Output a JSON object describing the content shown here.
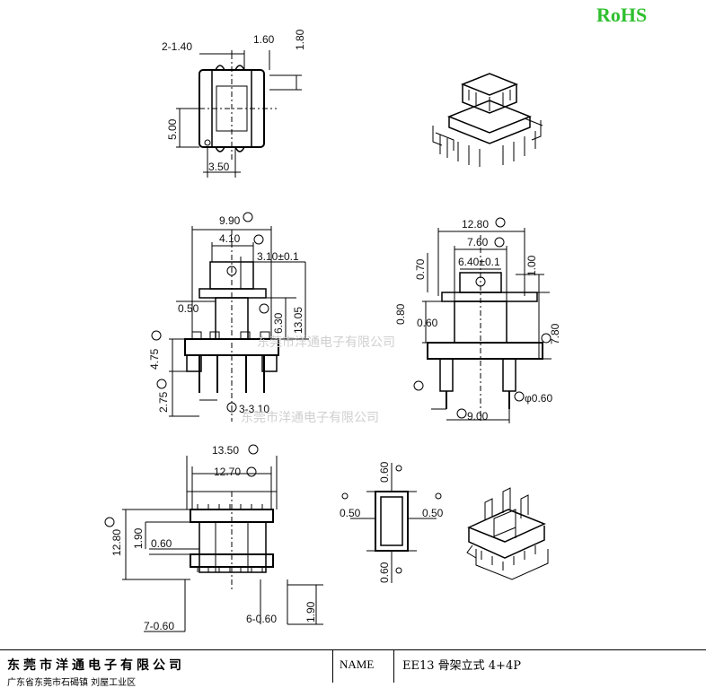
{
  "header": {
    "rohs": "RoHS"
  },
  "dims": {
    "top_pitch": "2-1.40",
    "top_w": "1.60",
    "top_h": "1.80",
    "top_5": "5.00",
    "top_35": "3.50",
    "front_990": "9.90",
    "front_410": "4.10",
    "front_310": "3.10±0.1",
    "front_050": "0.50",
    "front_630": "6.30",
    "front_1305": "13.05",
    "front_475": "4.75",
    "front_275": "2.75",
    "front_pins": "3-3.10",
    "side_1280": "12.80",
    "side_760": "7.60",
    "side_640": "6.40±0.1",
    "side_070": "0.70",
    "side_100": "1.00",
    "side_080": "0.80",
    "side_060": "0.60",
    "side_780": "7.80",
    "side_900": "9.00",
    "side_pin": "φ0.60",
    "bottom_1350": "13.50",
    "bottom_1270": "12.70",
    "bottom_1280": "12.80",
    "bottom_190": "1.90",
    "bottom_060": "0.60",
    "bottom_7060": "7-0.60",
    "bottom_6060": "6-0.60",
    "bottom_190b": "1.90",
    "sec_060t": "0.60",
    "sec_050l": "0.50",
    "sec_050r": "0.50",
    "sec_060b": "0.60"
  },
  "watermark": {
    "text1": "东莞市洋通电子有限公司",
    "text2": "东莞市洋通电子有限公司"
  },
  "titleblock": {
    "company": "东莞市洋通电子有限公司",
    "address": "广东省东莞市石碣镇 刘屋工业区",
    "name_label": "NAME",
    "name_value": "EE13 骨架立式 4+4P"
  }
}
